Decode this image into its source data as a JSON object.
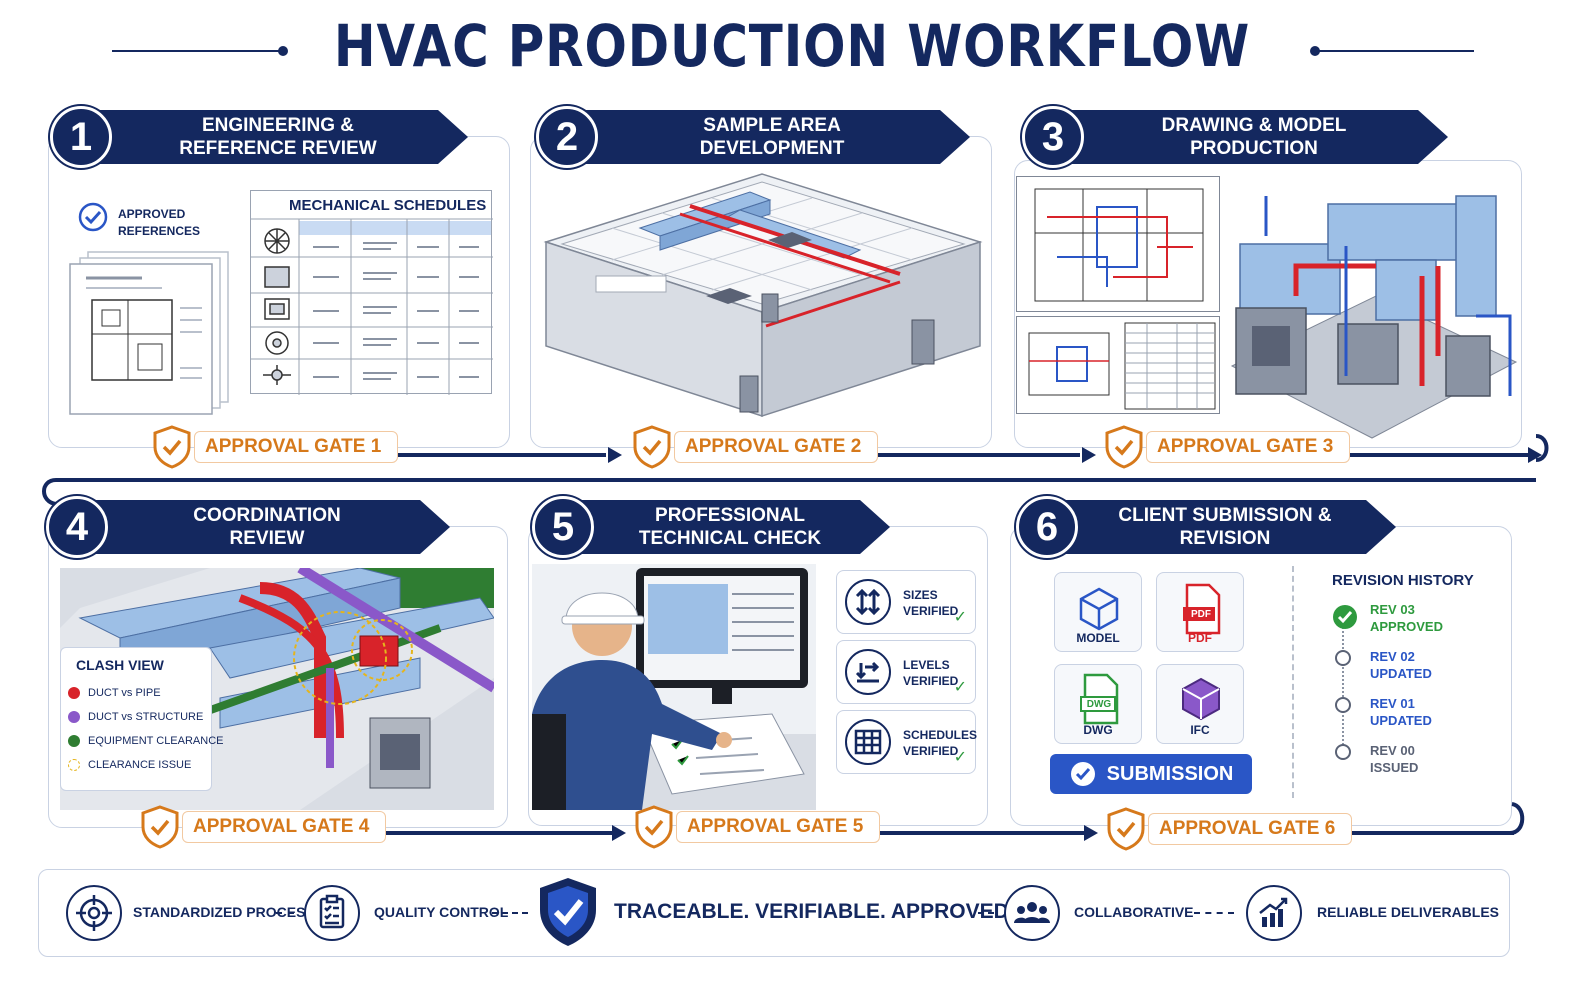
{
  "title": "HVAC PRODUCTION WORKFLOW",
  "steps": [
    {
      "num": "1",
      "label": "ENGINEERING &\nREFERENCE REVIEW",
      "gate": "APPROVAL GATE 1"
    },
    {
      "num": "2",
      "label": "SAMPLE AREA\nDEVELOPMENT",
      "gate": "APPROVAL GATE 2"
    },
    {
      "num": "3",
      "label": "DRAWING & MODEL\nPRODUCTION",
      "gate": "APPROVAL GATE 3"
    },
    {
      "num": "4",
      "label": "COORDINATION\nREVIEW",
      "gate": "APPROVAL GATE 4"
    },
    {
      "num": "5",
      "label": "PROFESSIONAL\nTECHNICAL CHECK",
      "gate": "APPROVAL GATE 5"
    },
    {
      "num": "6",
      "label": "CLIENT SUBMISSION &\nREVISION",
      "gate": "APPROVAL GATE 6"
    }
  ],
  "step1": {
    "approved_refs": "APPROVED\nREFERENCES",
    "schedules_title": "MECHANICAL SCHEDULES"
  },
  "step4": {
    "clash_title": "CLASH VIEW",
    "clash_items": [
      {
        "label": "DUCT vs PIPE",
        "color": "#d8232a"
      },
      {
        "label": "DUCT vs STRUCTURE",
        "color": "#8a58c9"
      },
      {
        "label": "EQUIPMENT CLEARANCE",
        "color": "#2f7d32"
      },
      {
        "label": "CLEARANCE ISSUE",
        "color": "#e5b51c"
      }
    ]
  },
  "step5": {
    "checks": [
      {
        "label": "SIZES\nVERIFIED",
        "icon": "sizes-icon"
      },
      {
        "label": "LEVELS\nVERIFIED",
        "icon": "levels-icon"
      },
      {
        "label": "SCHEDULES\nVERIFIED",
        "icon": "schedules-icon"
      }
    ]
  },
  "step6": {
    "files": [
      {
        "label": "MODEL",
        "icon": "model-cube-icon"
      },
      {
        "label": "PDF",
        "icon": "pdf-file-icon",
        "badge": "PDF"
      },
      {
        "label": "DWG",
        "icon": "dwg-file-icon",
        "badge": "DWG"
      },
      {
        "label": "IFC",
        "icon": "ifc-cube-icon"
      }
    ],
    "submission": "SUBMISSION",
    "revision_title": "REVISION HISTORY",
    "revisions": [
      {
        "label": "REV 03\nAPPROVED",
        "color": "#2e9a3e",
        "done": true
      },
      {
        "label": "REV 02\nUPDATED",
        "color": "#2a56c6",
        "done": false
      },
      {
        "label": "REV 01\nUPDATED",
        "color": "#2a56c6",
        "done": false
      },
      {
        "label": "REV 00\nISSUED",
        "color": "#5a6275",
        "done": false
      }
    ]
  },
  "footer": {
    "items": [
      {
        "label": "STANDARDIZED PROCESS",
        "icon": "target-icon"
      },
      {
        "label": "QUALITY CONTROL",
        "icon": "clipboard-icon"
      },
      {
        "label": "COLLABORATIVE",
        "icon": "team-icon"
      },
      {
        "label": "RELIABLE DELIVERABLES",
        "icon": "growth-chart-icon"
      }
    ],
    "slogan": "TRACEABLE. VERIFIABLE. APPROVED."
  },
  "colors": {
    "navy": "#14285f",
    "gate_orange": "#d6791b",
    "approved_green": "#2e9a3e",
    "duct_blue": "#9dbfe6",
    "pipe_red": "#d8232a"
  }
}
